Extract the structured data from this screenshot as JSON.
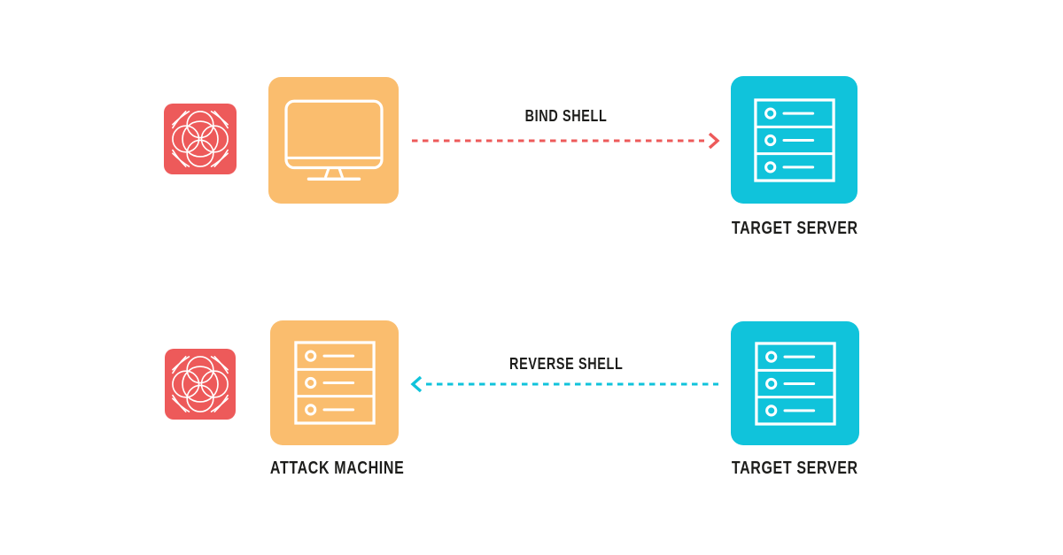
{
  "background": "#FFFFFF",
  "palette": {
    "red": "#ED5A5A",
    "orange": "#FABD6E",
    "cyan": "#10C3DB",
    "label_text": "#1D1D1B"
  },
  "bind_shell": {
    "arrow_label": "BIND SHELL",
    "target_label": "TARGET SERVER"
  },
  "reverse_shell": {
    "arrow_label": "REVERSE SHELL",
    "attacker_label": "ATTACK MACHINE",
    "target_label": "TARGET SERVER"
  }
}
